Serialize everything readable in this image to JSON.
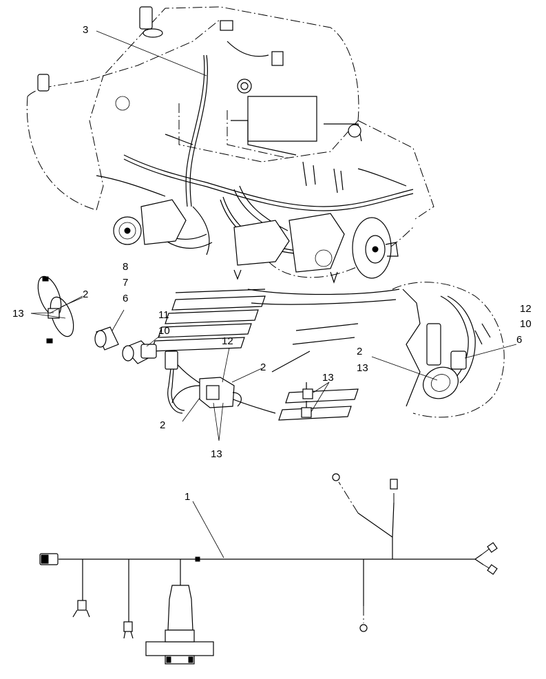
{
  "callouts": {
    "c3": "3",
    "c8": "8",
    "c7": "7",
    "c6a": "6",
    "c2a": "2",
    "c13a": "13",
    "c11": "11",
    "c10a": "10",
    "c12a": "12",
    "c2b": "2",
    "c2c": "2",
    "c13b": "13",
    "c13c": "13",
    "c12b": "12",
    "c10b": "10",
    "c6b": "6",
    "c2d": "2",
    "c13d": "13",
    "c1": "1"
  }
}
